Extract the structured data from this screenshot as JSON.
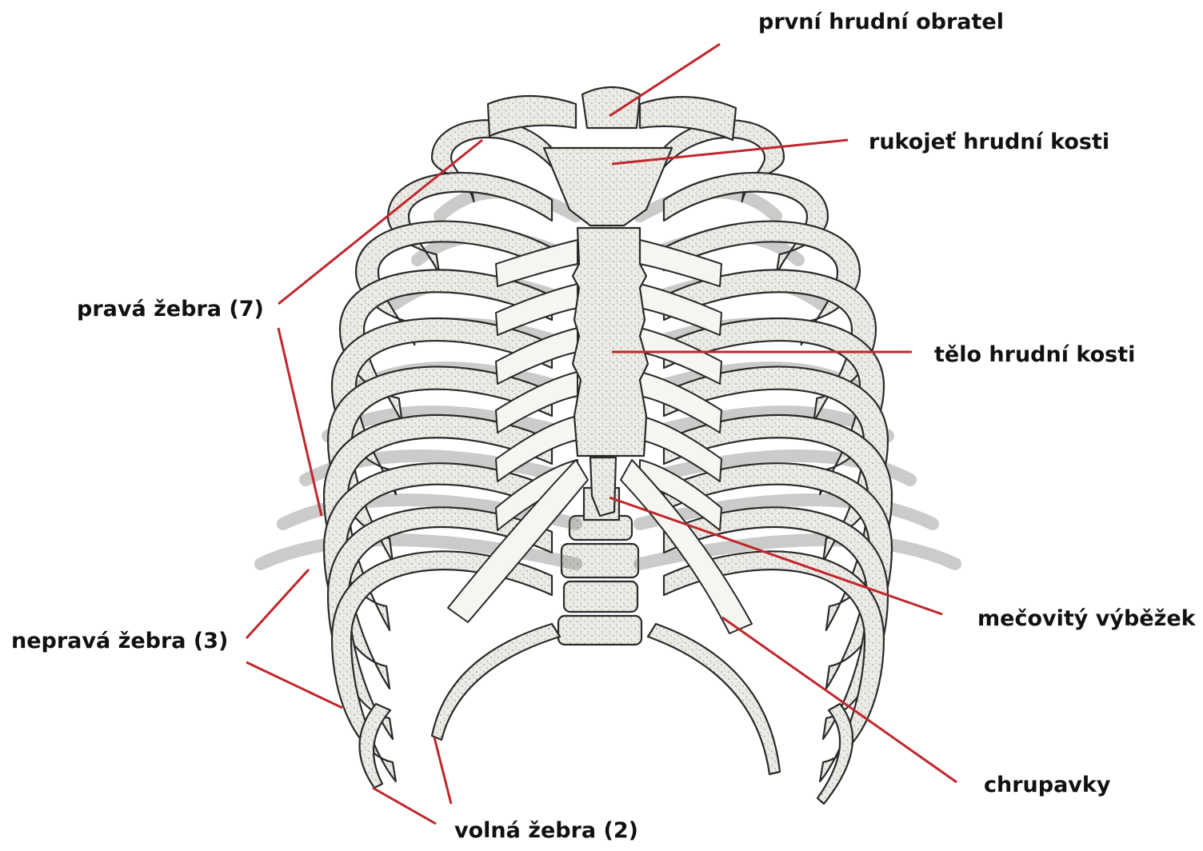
{
  "colors": {
    "background": "#ffffff",
    "bone_fill": "#ecebe6",
    "bone_stroke": "#2a2a2a",
    "cartilage_fill": "#f6f5f1",
    "leader_line": "#c0272d",
    "label_text": "#111111"
  },
  "labels": {
    "first_thoracic_vertebra": "první hrudní obratel",
    "manubrium": "rukojeť hrudní kosti",
    "sternum_body": "tělo hrudní kosti",
    "true_ribs": "pravá žebra (7)",
    "false_ribs": "nepravá žebra (3)",
    "xiphoid": "mečovitý výběžek",
    "cartilages": "chrupavky",
    "floating_ribs": "volná žebra (2)"
  }
}
